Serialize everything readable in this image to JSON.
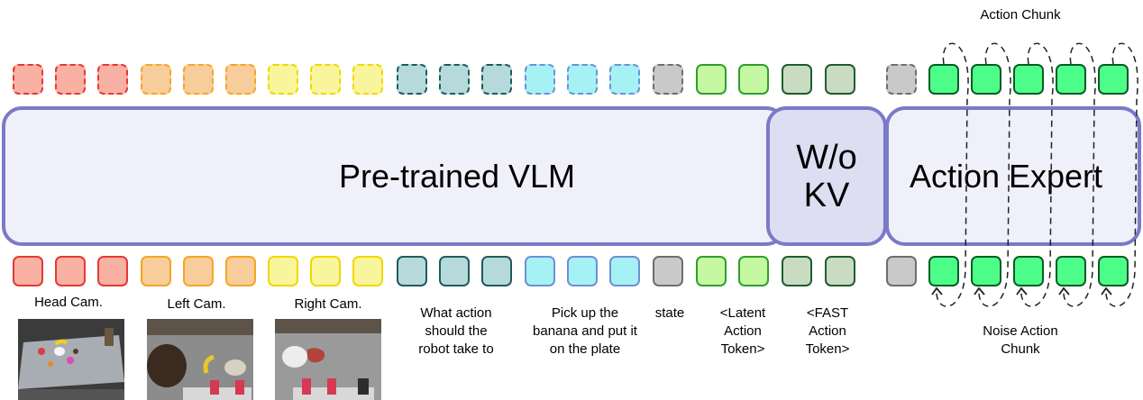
{
  "blocks": {
    "vlm": "Pre-trained VLM",
    "wokv": "W/o\nKV",
    "expert": "Action Expert"
  },
  "labels": {
    "head_cam": "Head Cam.",
    "left_cam": "Left Cam.",
    "right_cam": "Right Cam.",
    "prompt": "What action\nshould the\nrobot take to",
    "task": "Pick up the\nbanana and put it\non the plate",
    "state": "state",
    "latent": "<Latent\nAction\nToken>",
    "fast": "<FAST\nAction\nToken>",
    "noise": "Noise Action\nChunk",
    "chunk": "Action Chunk"
  },
  "token_groups": {
    "head": {
      "fill": "#f9b1a4",
      "border": "#e53935"
    },
    "left": {
      "fill": "#f8cd9c",
      "border": "#f5a623"
    },
    "right": {
      "fill": "#f8f59c",
      "border": "#f0d800"
    },
    "prompt": {
      "fill": "#b6dadb",
      "border": "#1e5c5c"
    },
    "task": {
      "fill": "#a6f1f3",
      "border": "#6f8fd8"
    },
    "state": {
      "fill": "#c9c9c9",
      "border": "#6e6e6e"
    },
    "latent": {
      "fill": "#c6f7a2",
      "border": "#2ea02e"
    },
    "fast": {
      "fill": "#c9dcc2",
      "border": "#1e5c2e"
    },
    "action": {
      "fill": "#4dff88",
      "border": "#0a5c28"
    }
  }
}
